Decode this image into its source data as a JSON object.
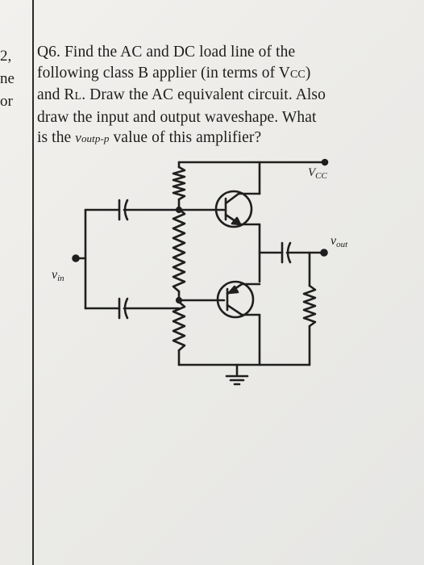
{
  "left_margin_fragments": [
    "2,",
    "ne",
    "or"
  ],
  "question": {
    "line1": "Q6. Find the AC and DC load line of the",
    "line2_prefix": "following class B applier (in terms of V",
    "line2_sub": "CC",
    "line3_prefix": "and R",
    "line3_sub": "L",
    "line3_suffix": ". Draw the AC equivalent circuit. Also",
    "line4": "draw the input and output waveshape. What",
    "line5_prefix": "is the ",
    "line5_v": "v",
    "line5_sub": "outp-p",
    "line5_suffix": " value of this amplifier?"
  },
  "circuit": {
    "vcc_label_main": "V",
    "vcc_label_sub": "CC",
    "vout_label_main": "v",
    "vout_label_sub": "out",
    "vin_label_main": "v",
    "vin_label_sub": "in"
  }
}
